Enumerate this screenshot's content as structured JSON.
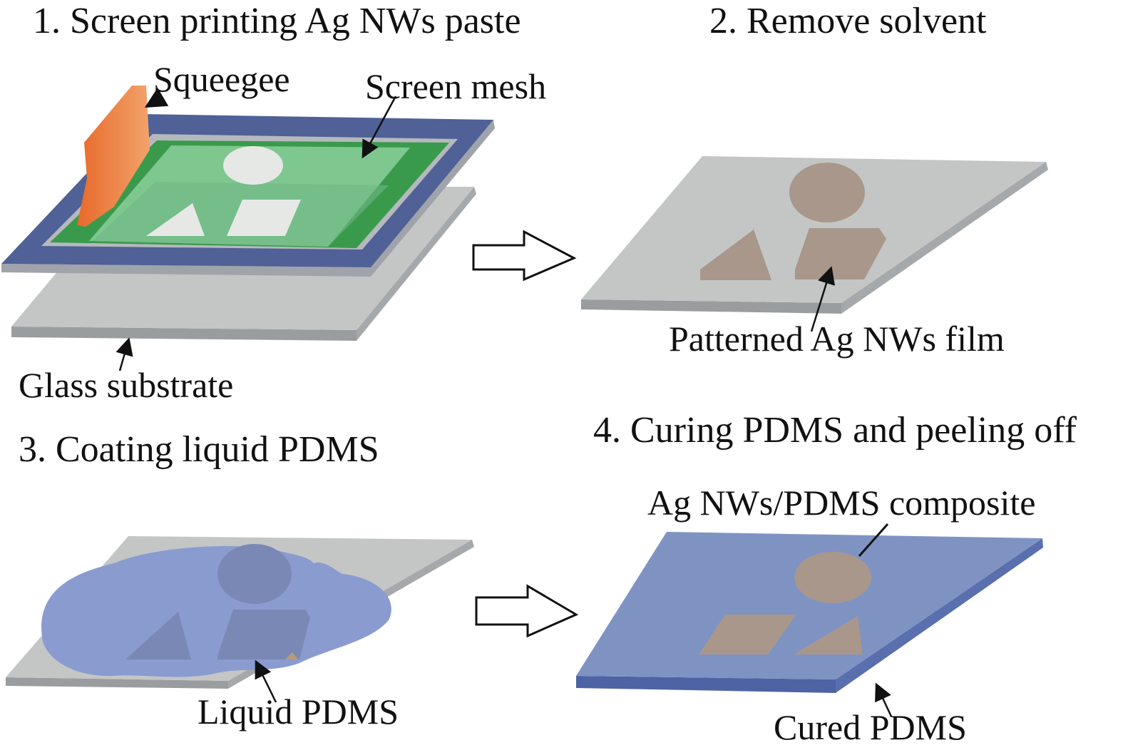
{
  "steps": [
    {
      "number": "1.",
      "title": "Screen printing Ag NWs paste"
    },
    {
      "number": "2.",
      "title": "Remove solvent"
    },
    {
      "number": "3.",
      "title": "Coating liquid PDMS"
    },
    {
      "number": "4.",
      "title": "Curing PDMS and peeling off"
    }
  ],
  "labels": {
    "squeegee": "Squeegee",
    "screen_mesh": "Screen mesh",
    "glass_substrate": "Glass substrate",
    "patterned_film": "Patterned Ag NWs film",
    "liquid_pdms": "Liquid  PDMS",
    "composite": "Ag NWs/PDMS composite",
    "cured_pdms": "Cured PDMS"
  },
  "colors": {
    "frame": "#4f6196",
    "mesh_dark": "#3a9a4c",
    "mesh_light": "#7ec78f",
    "squeegee": "#ec7a35",
    "glass": "#c3c6c5",
    "glass_edge": "#9a9d9f",
    "agnw": "#a8978a",
    "pdms_liquid": "#8a9bd0",
    "pdms_cured": "#7f93c3"
  }
}
